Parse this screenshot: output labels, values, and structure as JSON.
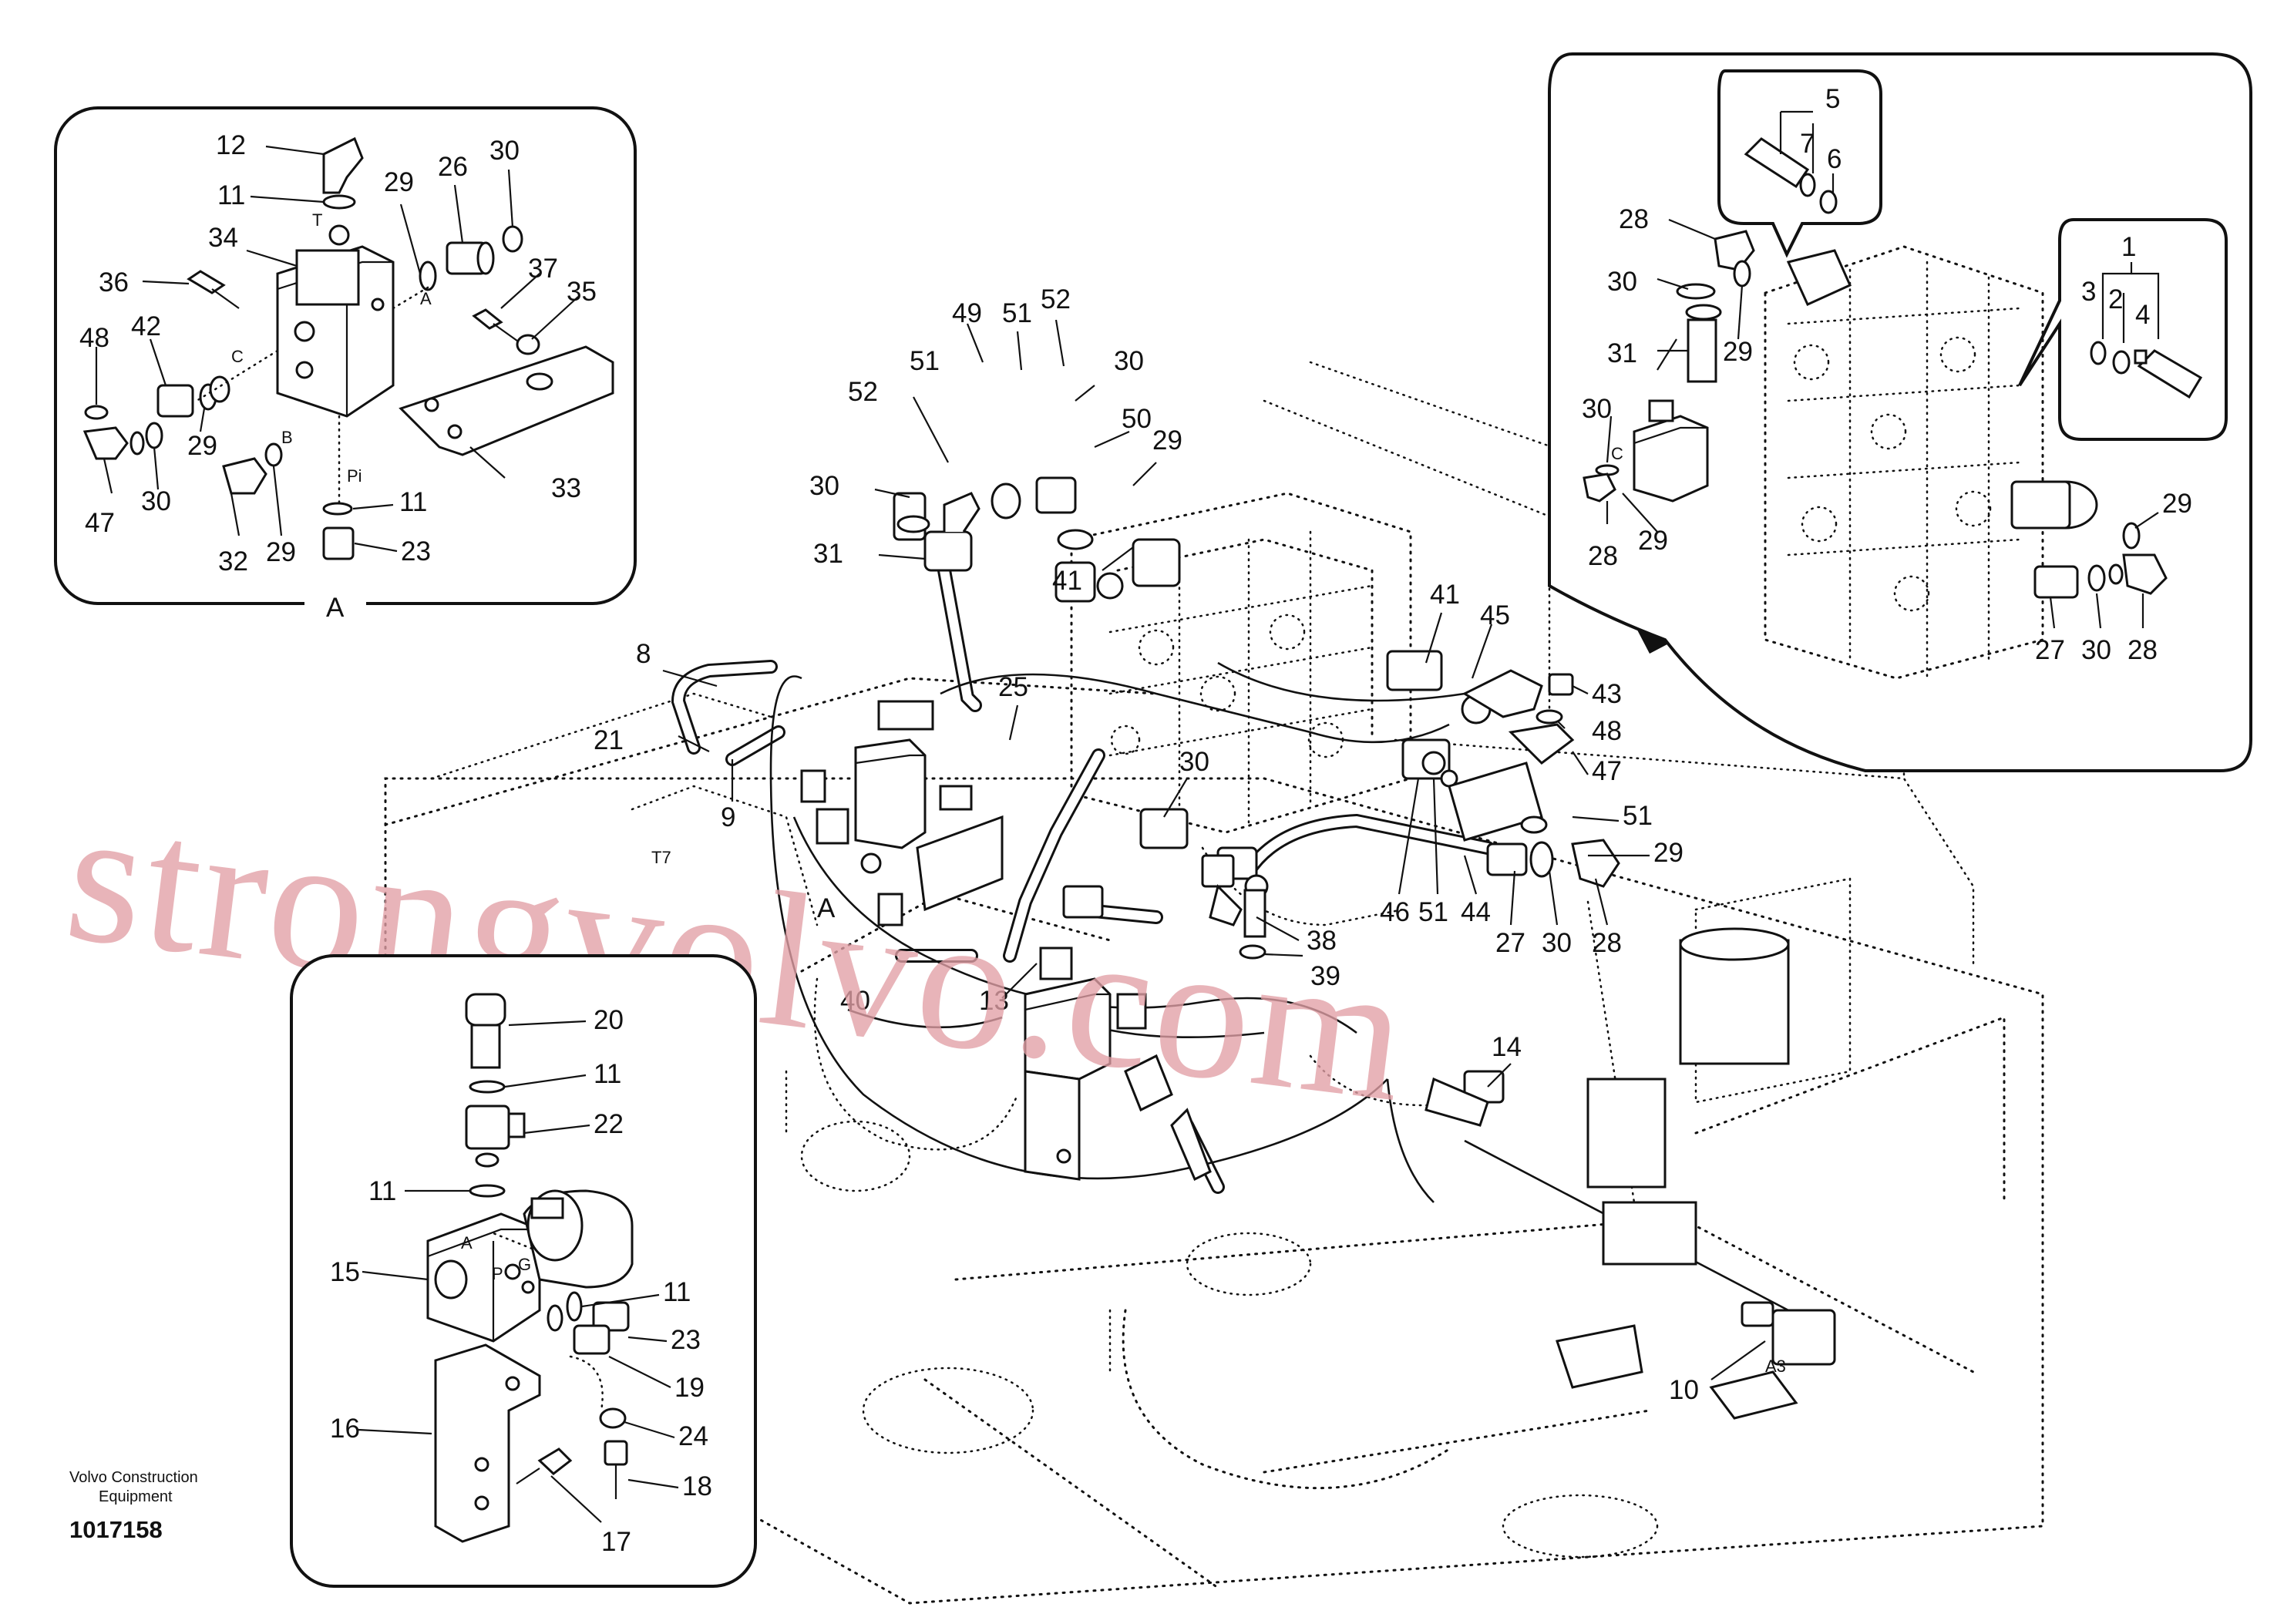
{
  "watermark": "strongvolvo.com",
  "brand_line1": "Volvo Construction",
  "brand_line2": "Equipment",
  "drawing_number": "1017158",
  "arrow": "view-direction-arrow",
  "detail_a": {
    "view_letter": "A",
    "port_letters": [
      "T",
      "A",
      "C",
      "B",
      "Pi"
    ],
    "labels": [
      "12",
      "11",
      "34",
      "29",
      "26",
      "30",
      "36",
      "37",
      "35",
      "48",
      "42",
      "C",
      "29",
      "30",
      "47",
      "32",
      "29",
      "B",
      "Pi",
      "11",
      "23",
      "33"
    ]
  },
  "detail_b": {
    "labels": [
      "20",
      "11",
      "22",
      "11",
      "15",
      "A",
      "P",
      "G",
      "11",
      "23",
      "19",
      "16",
      "24",
      "18",
      "17"
    ]
  },
  "detail_c": {
    "labels": [
      "5",
      "7",
      "6",
      "28",
      "30",
      "29",
      "31",
      "30",
      "C",
      "29",
      "28",
      "1",
      "3",
      "2",
      "4",
      "29",
      "27",
      "30",
      "28"
    ]
  },
  "main": {
    "labels": [
      "49",
      "51",
      "52",
      "52",
      "51",
      "30",
      "50",
      "29",
      "30",
      "31",
      "41",
      "8",
      "21",
      "9",
      "25",
      "T7",
      "A",
      "30",
      "41",
      "45",
      "43",
      "48",
      "47",
      "51",
      "29",
      "46",
      "51",
      "44",
      "27",
      "30",
      "28",
      "38",
      "39",
      "13",
      "40",
      "14",
      "10",
      "A3"
    ]
  }
}
